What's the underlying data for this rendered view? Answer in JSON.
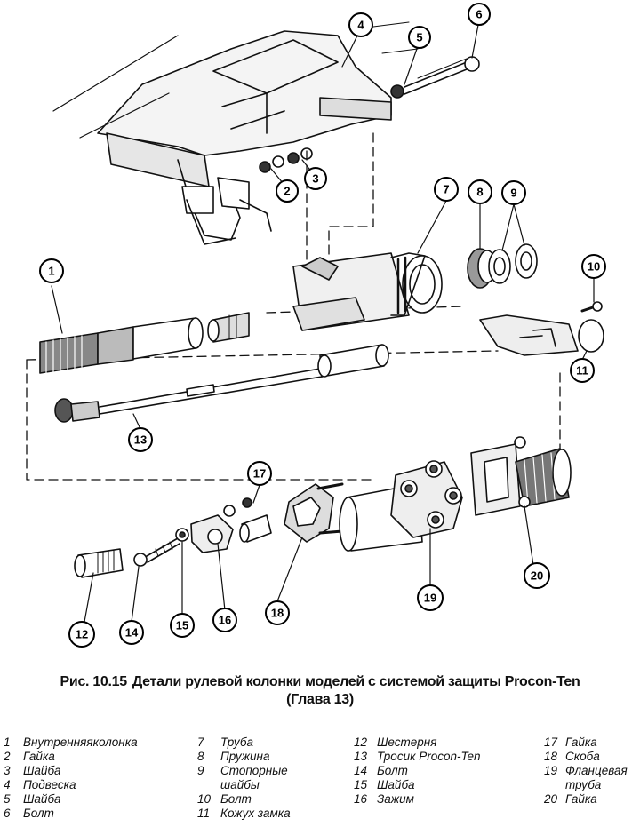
{
  "caption": {
    "figure_label": "Рис. 10.15",
    "text": "Детали рулевой колонки моделей с системой защиты Procon-Ten",
    "subtext": "(Глава 13)"
  },
  "callouts": [
    "1",
    "2",
    "3",
    "4",
    "5",
    "6",
    "7",
    "8",
    "9",
    "10",
    "11",
    "12",
    "13",
    "14",
    "15",
    "16",
    "17",
    "18",
    "19",
    "20"
  ],
  "legend": {
    "columns": [
      [
        {
          "num": "1",
          "label": "Внутренняяколонка"
        },
        {
          "num": "2",
          "label": "Гайка"
        },
        {
          "num": "3",
          "label": "Шайба"
        },
        {
          "num": "4",
          "label": "Подвеска"
        },
        {
          "num": "5",
          "label": "Шайба"
        },
        {
          "num": "6",
          "label": "Болт"
        }
      ],
      [
        {
          "num": "7",
          "label": "Труба"
        },
        {
          "num": "8",
          "label": "Пружина"
        },
        {
          "num": "9",
          "label": "Стопорные шайбы"
        },
        {
          "num": "10",
          "label": "Болт"
        },
        {
          "num": "11",
          "label": "Кожух замка"
        }
      ],
      [
        {
          "num": "12",
          "label": "Шестерня"
        },
        {
          "num": "13",
          "label": "Тросик Procon-Ten"
        },
        {
          "num": "14",
          "label": "Болт"
        },
        {
          "num": "15",
          "label": "Шайба"
        },
        {
          "num": "16",
          "label": "Зажим"
        }
      ],
      [
        {
          "num": "17",
          "label": "Гайка"
        },
        {
          "num": "18",
          "label": "Скоба"
        },
        {
          "num": "19",
          "label": "Фланцевая труба"
        },
        {
          "num": "20",
          "label": "Гайка"
        }
      ]
    ]
  }
}
